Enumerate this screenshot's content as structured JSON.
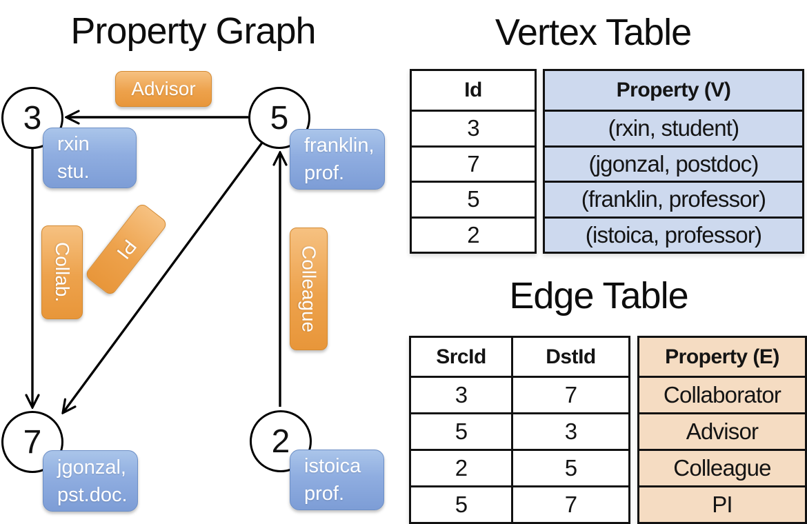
{
  "graph": {
    "title": "Property Graph",
    "nodes": [
      {
        "id": "3",
        "label_lines": [
          "rxin",
          "stu."
        ]
      },
      {
        "id": "5",
        "label_lines": [
          "franklin,",
          "prof."
        ]
      },
      {
        "id": "7",
        "label_lines": [
          "jgonzal,",
          "pst.doc."
        ]
      },
      {
        "id": "2",
        "label_lines": [
          "istoica",
          "prof."
        ]
      }
    ],
    "edge_labels": {
      "advisor": "Advisor",
      "collab": "Collab.",
      "pi": "PI",
      "colleague": "Colleague"
    },
    "edges": [
      {
        "from": "5",
        "to": "3",
        "label": "Advisor"
      },
      {
        "from": "3",
        "to": "7",
        "label": "Collab."
      },
      {
        "from": "5",
        "to": "7",
        "label": "PI"
      },
      {
        "from": "2",
        "to": "5",
        "label": "Colleague"
      }
    ]
  },
  "vertex_table": {
    "title": "Vertex Table",
    "columns": {
      "id": "Id",
      "property": "Property (V)"
    },
    "rows": [
      {
        "id": "3",
        "property": "(rxin, student)"
      },
      {
        "id": "7",
        "property": "(jgonzal, postdoc)"
      },
      {
        "id": "5",
        "property": "(franklin, professor)"
      },
      {
        "id": "2",
        "property": "(istoica, professor)"
      }
    ]
  },
  "edge_table": {
    "title": "Edge Table",
    "columns": {
      "src": "SrcId",
      "dst": "DstId",
      "property": "Property (E)"
    },
    "rows": [
      {
        "src": "3",
        "dst": "7",
        "property": "Collaborator"
      },
      {
        "src": "5",
        "dst": "3",
        "property": "Advisor"
      },
      {
        "src": "2",
        "dst": "5",
        "property": "Colleague"
      },
      {
        "src": "5",
        "dst": "7",
        "property": "PI"
      }
    ]
  },
  "colors": {
    "edge_label_orange": "#EDA24C",
    "vertex_label_blue": "#8FADE0",
    "vertex_property_cell_bg": "#CDD9EE",
    "edge_property_cell_bg": "#F5DCC2",
    "line_black": "#000000"
  }
}
